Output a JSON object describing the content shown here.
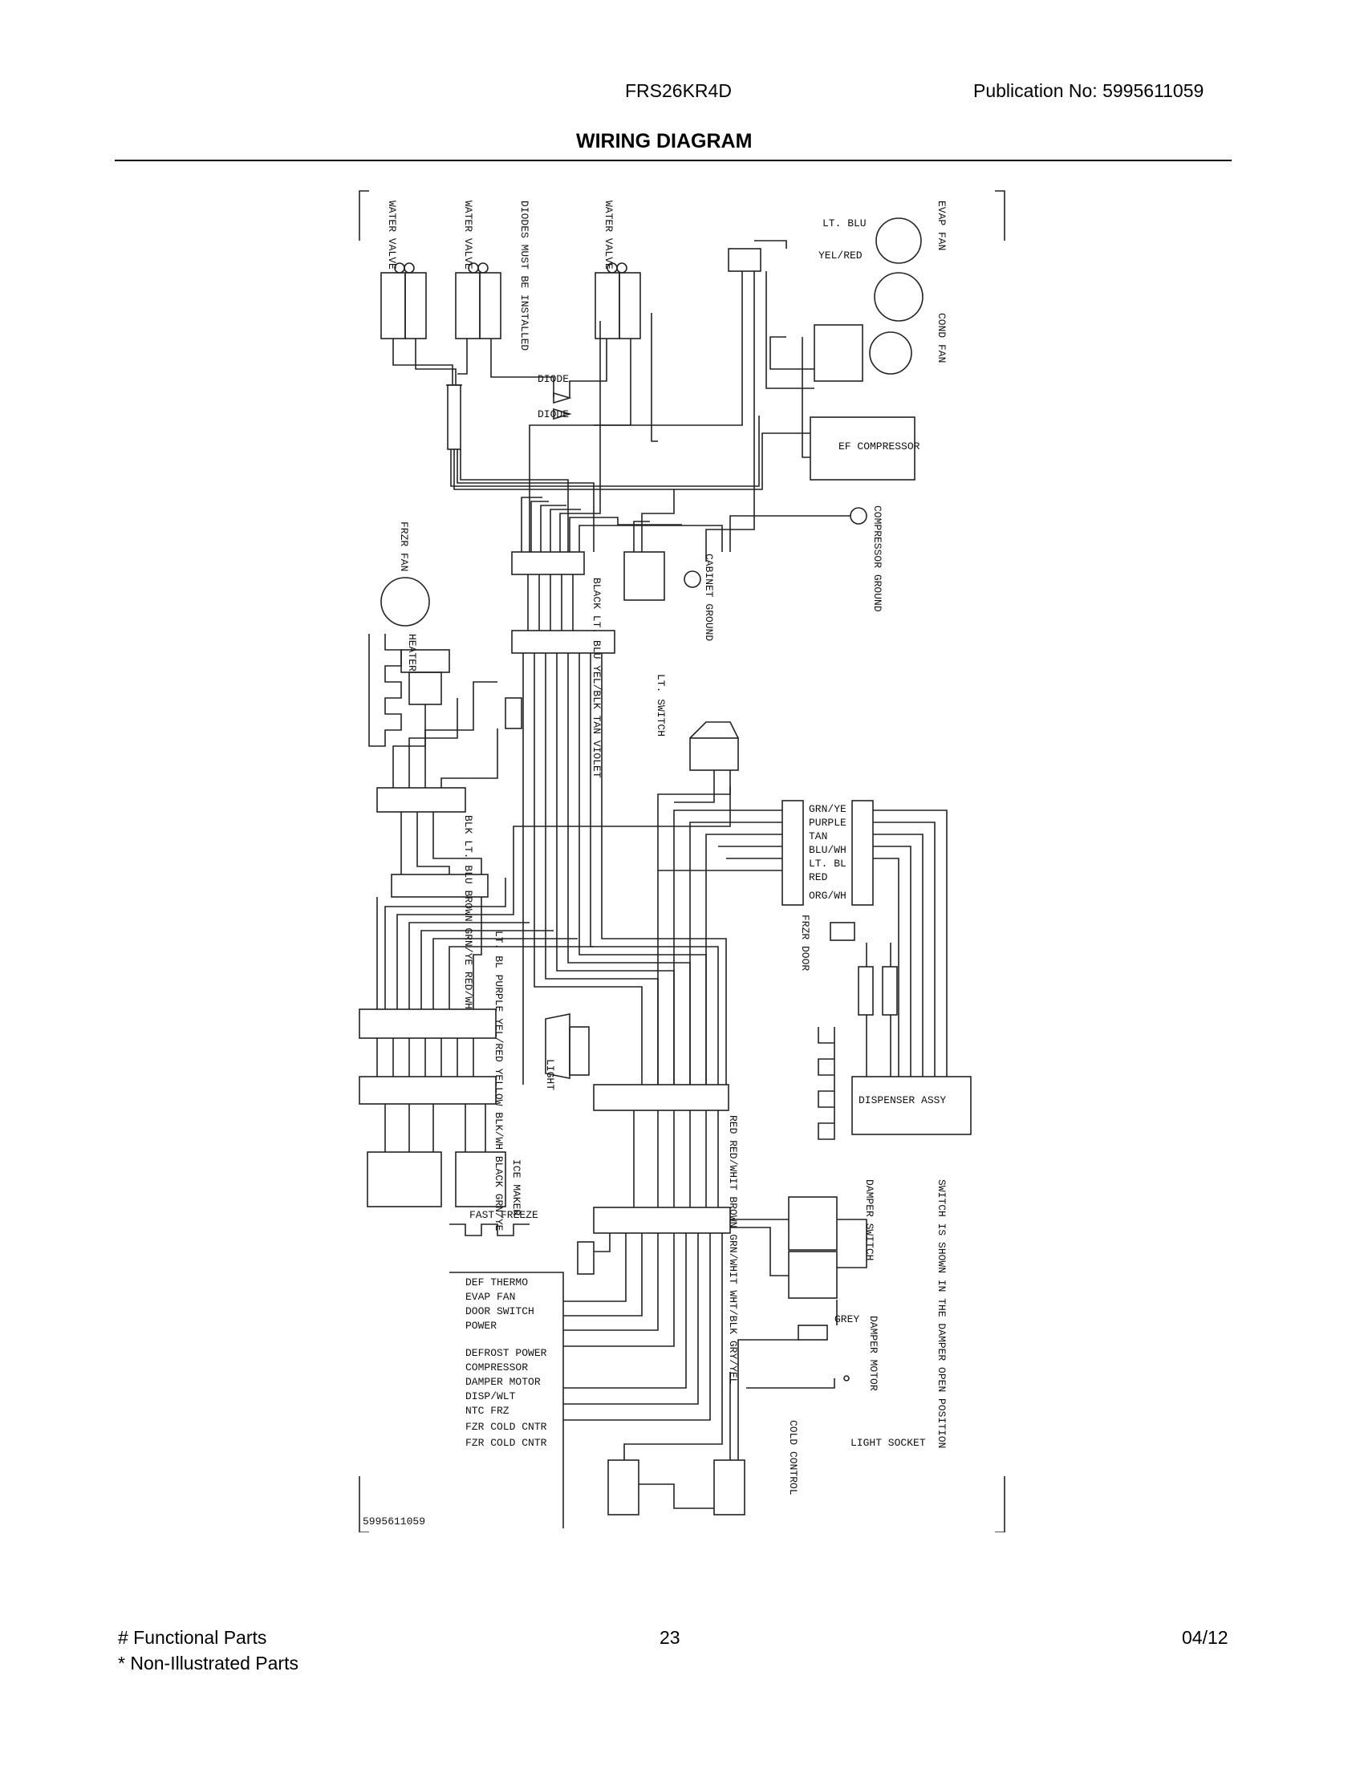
{
  "header": {
    "model": "FRS26KR4D",
    "publication": "Publication No:  5995611059",
    "title": "WIRING DIAGRAM"
  },
  "diagram": {
    "labels_rot": {
      "water_valve_1": "WATER VALVE",
      "water_valve_2": "WATER VALVE",
      "water_valve_3": "WATER VALVE",
      "diodes": "DIODES MUST BE INSTALLED",
      "evap_fan": "EVAP FAN",
      "cond_fan": "COND FAN",
      "compressor_ground": "COMPRESSOR GROUND",
      "cabinet_ground": "CABINET GROUND",
      "frz_fan": "FRZR FAN",
      "heater": "HEATER",
      "lt_switch": "LT. SWITCH",
      "dispenser_door": "FRZR DOOR",
      "light": "LIGHT",
      "switch_note": "SWITCH IS SHOWN IN THE DAMPER OPEN POSITION",
      "damper_switch": "DAMPER SWITCH",
      "damper_motor": "DAMPER MOTOR",
      "icemaker": "ICE MAKER",
      "cold_control": "COLD CONTROL",
      "wire_colors_1": "BLACK LT. BLU YEL/BLK TAN VIOLET",
      "wire_colors_2": "BLK LT. BLU BROWN GRN/YE RED/WH",
      "wire_colors_3": "LT. BL PURPLE YEL/RED YELLOW BLK/WH BLACK GRN/YE",
      "wire_colors_4": "RED RED/WHIT BROWN GRN/WHIT WHT/BLK GRY/YEL"
    },
    "labels": {
      "diode_top": "DIODE",
      "diode_bottom": "DIODE",
      "lt_blu": "LT. BLU",
      "yel_red": "YEL/RED",
      "ef_compressor": "EF COMPRESSOR",
      "mid_list": [
        "GRN/YE",
        "PURPLE",
        "TAN",
        "BLU/WH",
        "LT. BL",
        "RED",
        "ORG/WH"
      ],
      "dispenser_assy": "DISPENSER ASSY",
      "fast_freeze": "FAST FREEZE",
      "grey": "GREY",
      "board_inputs": [
        "DEF THERMO",
        "EVAP FAN",
        "DOOR SWITCH",
        "POWER"
      ],
      "board_outputs": [
        "DEFROST POWER",
        "COMPRESSOR",
        "DAMPER MOTOR",
        "DISP/WLT",
        "NTC FRZ",
        "FZR COLD CNTR",
        "FZR COLD CNTR"
      ],
      "light_socket": "LIGHT SOCKET",
      "doc_number": "5995611059"
    }
  },
  "footer": {
    "functional": "# Functional Parts",
    "non_illustrated": "* Non-Illustrated Parts",
    "page": "23",
    "date": "04/12"
  }
}
